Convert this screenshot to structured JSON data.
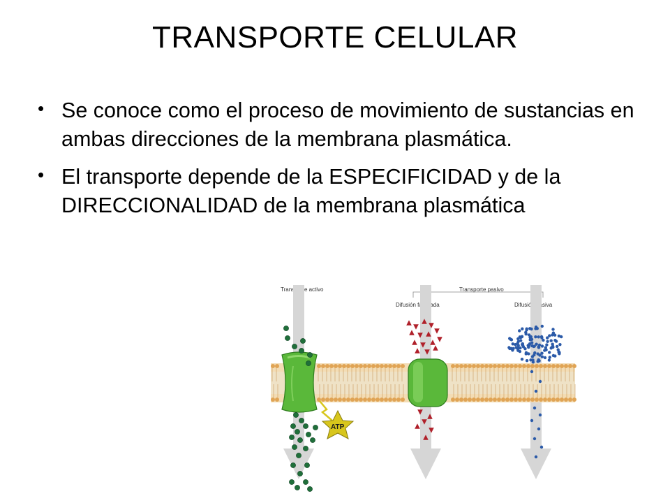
{
  "slide": {
    "title": "TRANSPORTE CELULAR",
    "bullets": [
      "Se conoce como el proceso de movimiento de sustancias en ambas direcciones de la membrana plasmática.",
      "El transporte depende de la ESPECIFICIDAD y de la DIRECCIONALIDAD de la membrana plasmática"
    ]
  },
  "figure": {
    "label_active": "Transporte activo",
    "label_passive": "Transporte pasivo",
    "label_facilitated": "Difusión facilitada",
    "label_simple": "Difusión pasiva",
    "atp": "ATP",
    "colors": {
      "arrow": "#d6d6d6",
      "membrane": "#e8c08a",
      "lipid_head": "#e0a455",
      "protein": "#5ab83a",
      "green_molecule": "#1f6f3a",
      "red_molecule": "#b0202a",
      "blue_molecule": "#2b5aa8",
      "atp_star": "#d8c61c"
    }
  }
}
